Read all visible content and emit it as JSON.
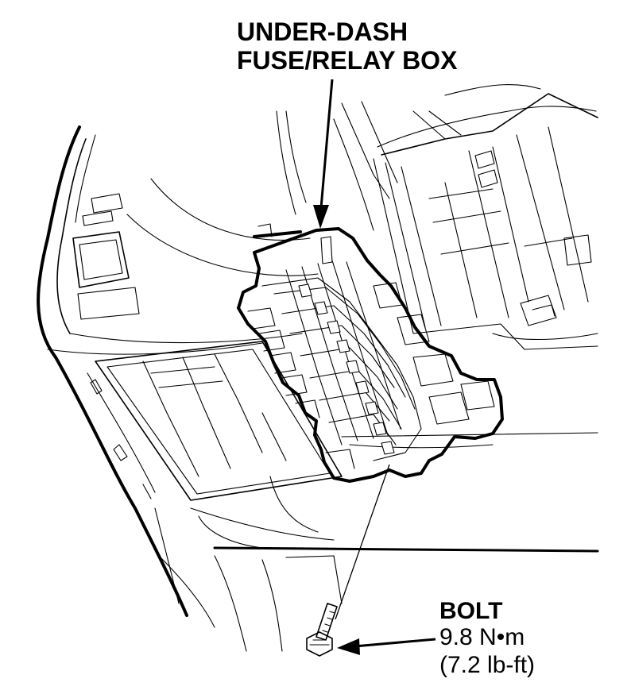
{
  "labels": {
    "fuse_box_line1": "UNDER-DASH",
    "fuse_box_line2": "FUSE/RELAY BOX",
    "bolt_title": "BOLT",
    "bolt_torque_nm": "9.8 N•m",
    "bolt_torque_lbft": "(7.2 lb-ft)"
  }
}
